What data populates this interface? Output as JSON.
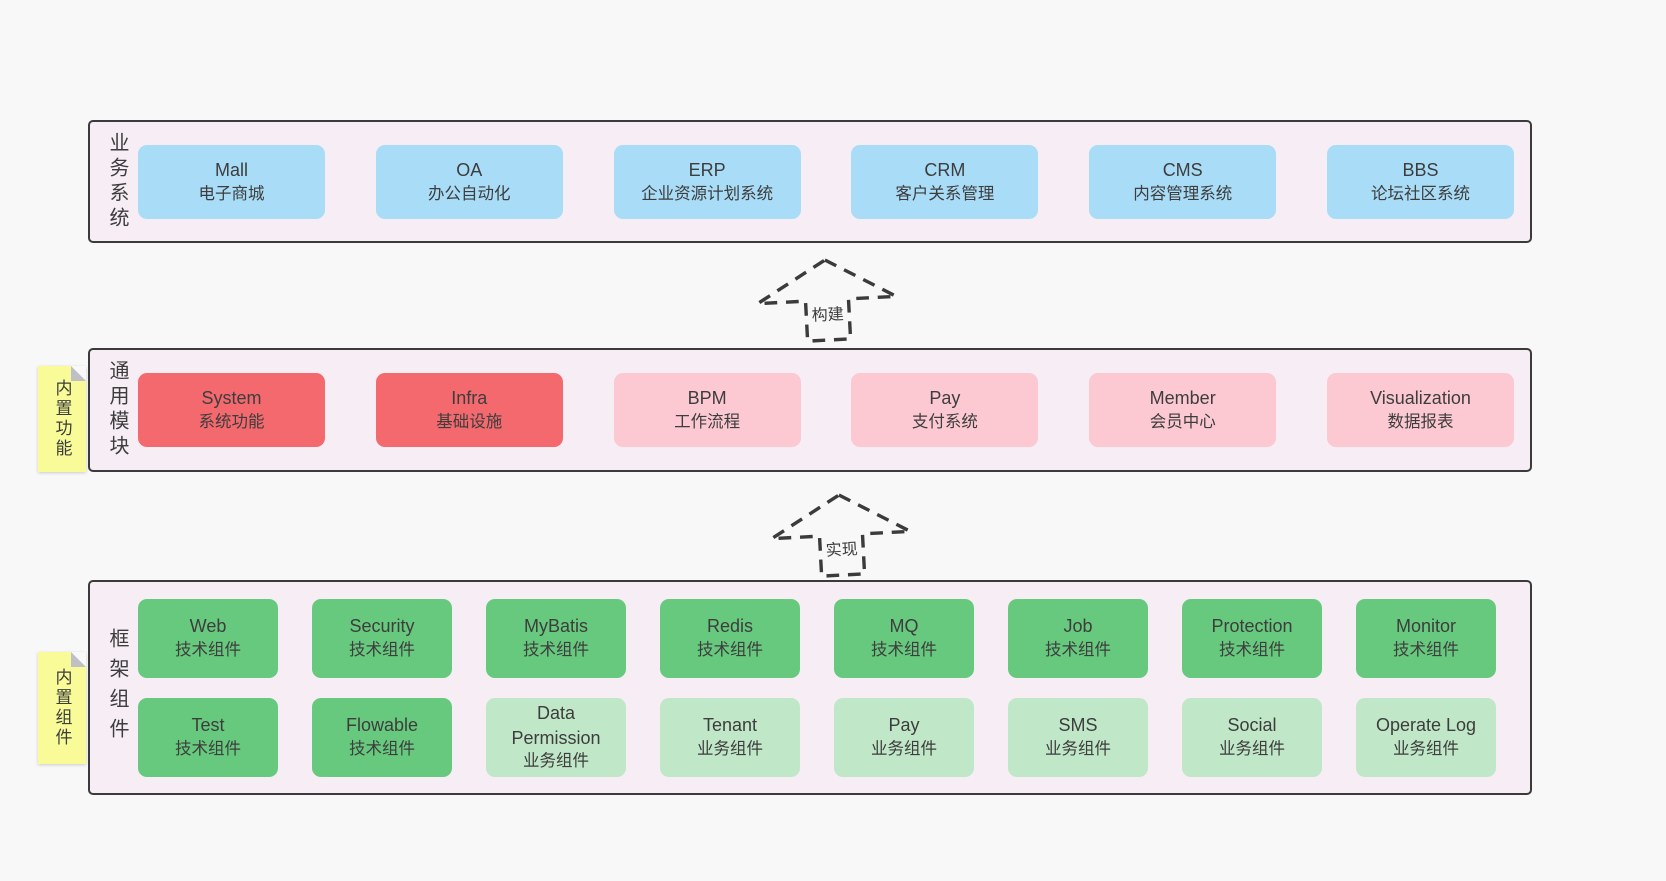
{
  "colors": {
    "page_bg": "#f8f8f8",
    "layer_bg": "#f7edf5",
    "ink": "#3b3b3b",
    "blue": "#a9dcf6",
    "red": "#f4696e",
    "pink": "#fcc9d3",
    "green": "#67c97e",
    "green_light": "#c0e7c7",
    "yellow_note": "#f9fa98"
  },
  "arrows": {
    "build": "构建",
    "implement": "实现"
  },
  "layers": [
    {
      "label": "业务系统",
      "boxes": [
        {
          "title": "Mall",
          "subtitle": "电子商城"
        },
        {
          "title": "OA",
          "subtitle": "办公自动化"
        },
        {
          "title": "ERP",
          "subtitle": "企业资源计划系统"
        },
        {
          "title": "CRM",
          "subtitle": "客户关系管理"
        },
        {
          "title": "CMS",
          "subtitle": "内容管理系统"
        },
        {
          "title": "BBS",
          "subtitle": "论坛社区系统"
        }
      ]
    },
    {
      "label": "通用模块",
      "note": "内置功能",
      "boxes": [
        {
          "title": "System",
          "subtitle": "系统功能"
        },
        {
          "title": "Infra",
          "subtitle": "基础设施"
        },
        {
          "title": "BPM",
          "subtitle": "工作流程"
        },
        {
          "title": "Pay",
          "subtitle": "支付系统"
        },
        {
          "title": "Member",
          "subtitle": "会员中心"
        },
        {
          "title": "Visualization",
          "subtitle": "数据报表"
        }
      ]
    },
    {
      "label": "框架组件",
      "note": "内置组件",
      "boxes": [
        {
          "title": "Web",
          "subtitle": "技术组件"
        },
        {
          "title": "Security",
          "subtitle": "技术组件"
        },
        {
          "title": "MyBatis",
          "subtitle": "技术组件"
        },
        {
          "title": "Redis",
          "subtitle": "技术组件"
        },
        {
          "title": "MQ",
          "subtitle": "技术组件"
        },
        {
          "title": "Job",
          "subtitle": "技术组件"
        },
        {
          "title": "Protection",
          "subtitle": "技术组件"
        },
        {
          "title": "Monitor",
          "subtitle": "技术组件"
        },
        {
          "title": "Test",
          "subtitle": "技术组件"
        },
        {
          "title": "Flowable",
          "subtitle": "技术组件"
        },
        {
          "title": "Data Permission",
          "subtitle": "业务组件"
        },
        {
          "title": "Tenant",
          "subtitle": "业务组件"
        },
        {
          "title": "Pay",
          "subtitle": "业务组件"
        },
        {
          "title": "SMS",
          "subtitle": "业务组件"
        },
        {
          "title": "Social",
          "subtitle": "业务组件"
        },
        {
          "title": "Operate Log",
          "subtitle": "业务组件"
        }
      ]
    }
  ]
}
